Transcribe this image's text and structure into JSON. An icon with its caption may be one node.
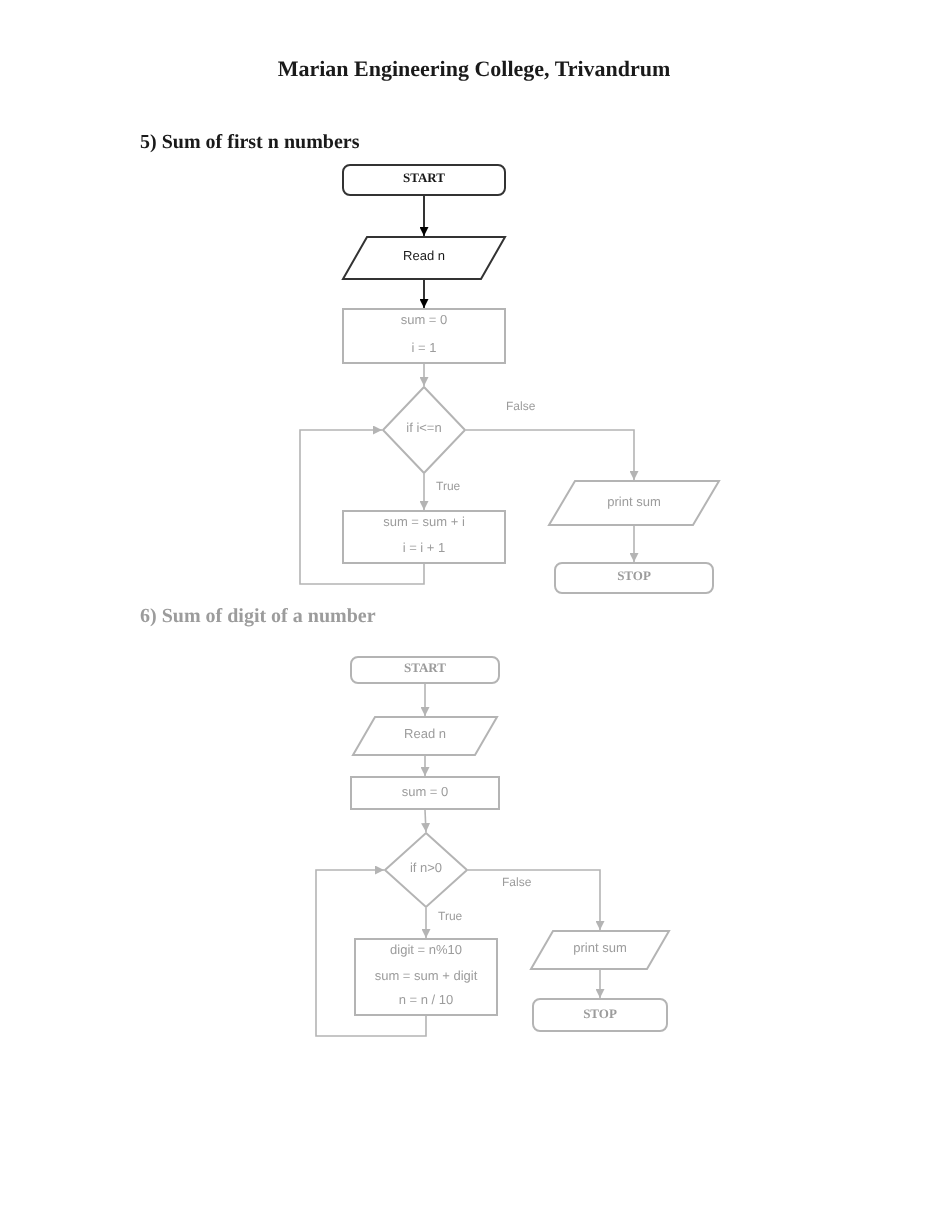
{
  "diagram": {
    "title": "Marian Engineering College, Trivandrum",
    "nodes": [
      {
        "text": [
          "START"
        ]
      },
      {
        "text": [
          "Read n"
        ]
      },
      {
        "text": [
          "sum = 0",
          "i = 1"
        ]
      },
      {
        "text": [
          "if i<=n"
        ]
      },
      {
        "text": [
          "sum = sum + i",
          "i = i + 1"
        ]
      },
      {
        "text": [
          "print sum"
        ]
      },
      {
        "text": [
          "STOP"
        ]
      },
      {
        "text": [
          "START"
        ]
      },
      {
        "text": [
          "Read n"
        ]
      },
      {
        "text": [
          "sum = 0"
        ]
      },
      {
        "text": [
          "if n>0"
        ]
      },
      {
        "text": [
          "digit = n%10",
          "sum = sum + digit",
          "n = n / 10"
        ]
      },
      {
        "text": [
          "print sum"
        ]
      },
      {
        "text": [
          "STOP"
        ]
      }
    ],
    "edges": [
      {
        "from": 0,
        "to": 1,
        "arrow": "to",
        "color": "#000000"
      },
      {
        "from": 1,
        "to": 2,
        "arrow": "to",
        "color": "#000000"
      },
      {
        "from": 2,
        "to": 3,
        "arrow": "to"
      },
      {
        "from": 3,
        "to": 4,
        "arrow": "to",
        "label": "True"
      },
      {
        "from": 4,
        "to": 3,
        "arrow": "to"
      },
      {
        "from": 3,
        "to": 5,
        "arrow": "to",
        "label": "False"
      },
      {
        "from": 5,
        "to": 6,
        "arrow": "to"
      },
      {
        "from": 7,
        "to": 8,
        "arrow": "to"
      },
      {
        "from": 8,
        "to": 9,
        "arrow": "to"
      },
      {
        "from": 9,
        "to": 10,
        "arrow": "to"
      },
      {
        "from": 10,
        "to": 11,
        "arrow": "to",
        "label": "True"
      },
      {
        "from": 11,
        "to": 10,
        "arrow": "to"
      },
      {
        "from": 10,
        "to": 12,
        "arrow": "to",
        "label": "False"
      },
      {
        "from": 12,
        "to": 13,
        "arrow": "to"
      }
    ],
    "labels": [
      "5) Sum of first n numbers",
      "6) Sum of digit of a number"
    ]
  }
}
